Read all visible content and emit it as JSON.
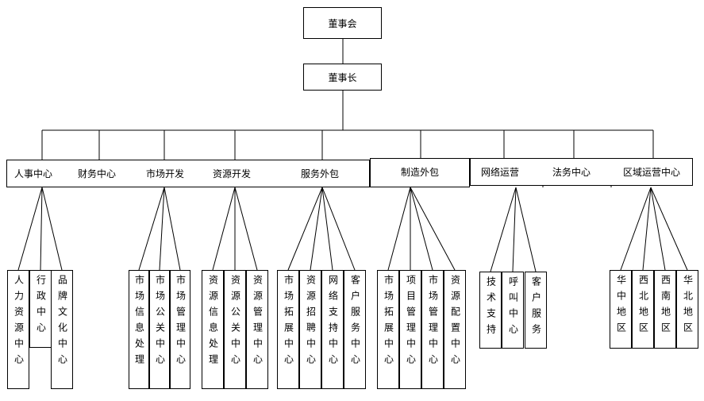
{
  "colors": {
    "line": "#000000",
    "box_fill": "#ffffff",
    "background": "#ffffff"
  },
  "board": "董事会",
  "chairman": "董事长",
  "departments": [
    {
      "name": "人事中心",
      "children": [
        "人力资源中心",
        "行政中心",
        "品牌文化中心"
      ]
    },
    {
      "name": "财务中心",
      "children": []
    },
    {
      "name": "市场开发",
      "children": [
        "市场信息处理",
        "市场公关中心",
        "市场管理中心"
      ]
    },
    {
      "name": "资源开发",
      "children": [
        "资源信息处理",
        "资源公关中心",
        "资源管理中心"
      ]
    },
    {
      "name": "服务外包",
      "children": [
        "市场拓展中心",
        "资源招聘中心",
        "网络支持中心",
        "客户服务中心"
      ]
    },
    {
      "name": "制造外包",
      "children": [
        "市场拓展中心",
        "项目管理中心",
        "市场管理中心",
        "资源配置中心"
      ]
    },
    {
      "name": "网络运营",
      "children": [
        "技术支持",
        "呼叫中心",
        "客户服务"
      ]
    },
    {
      "name": "法务中心",
      "children": []
    },
    {
      "name": "区域运营中心",
      "children": [
        "华中地区",
        "西北地区",
        "西南地区",
        "华北地区"
      ]
    }
  ]
}
